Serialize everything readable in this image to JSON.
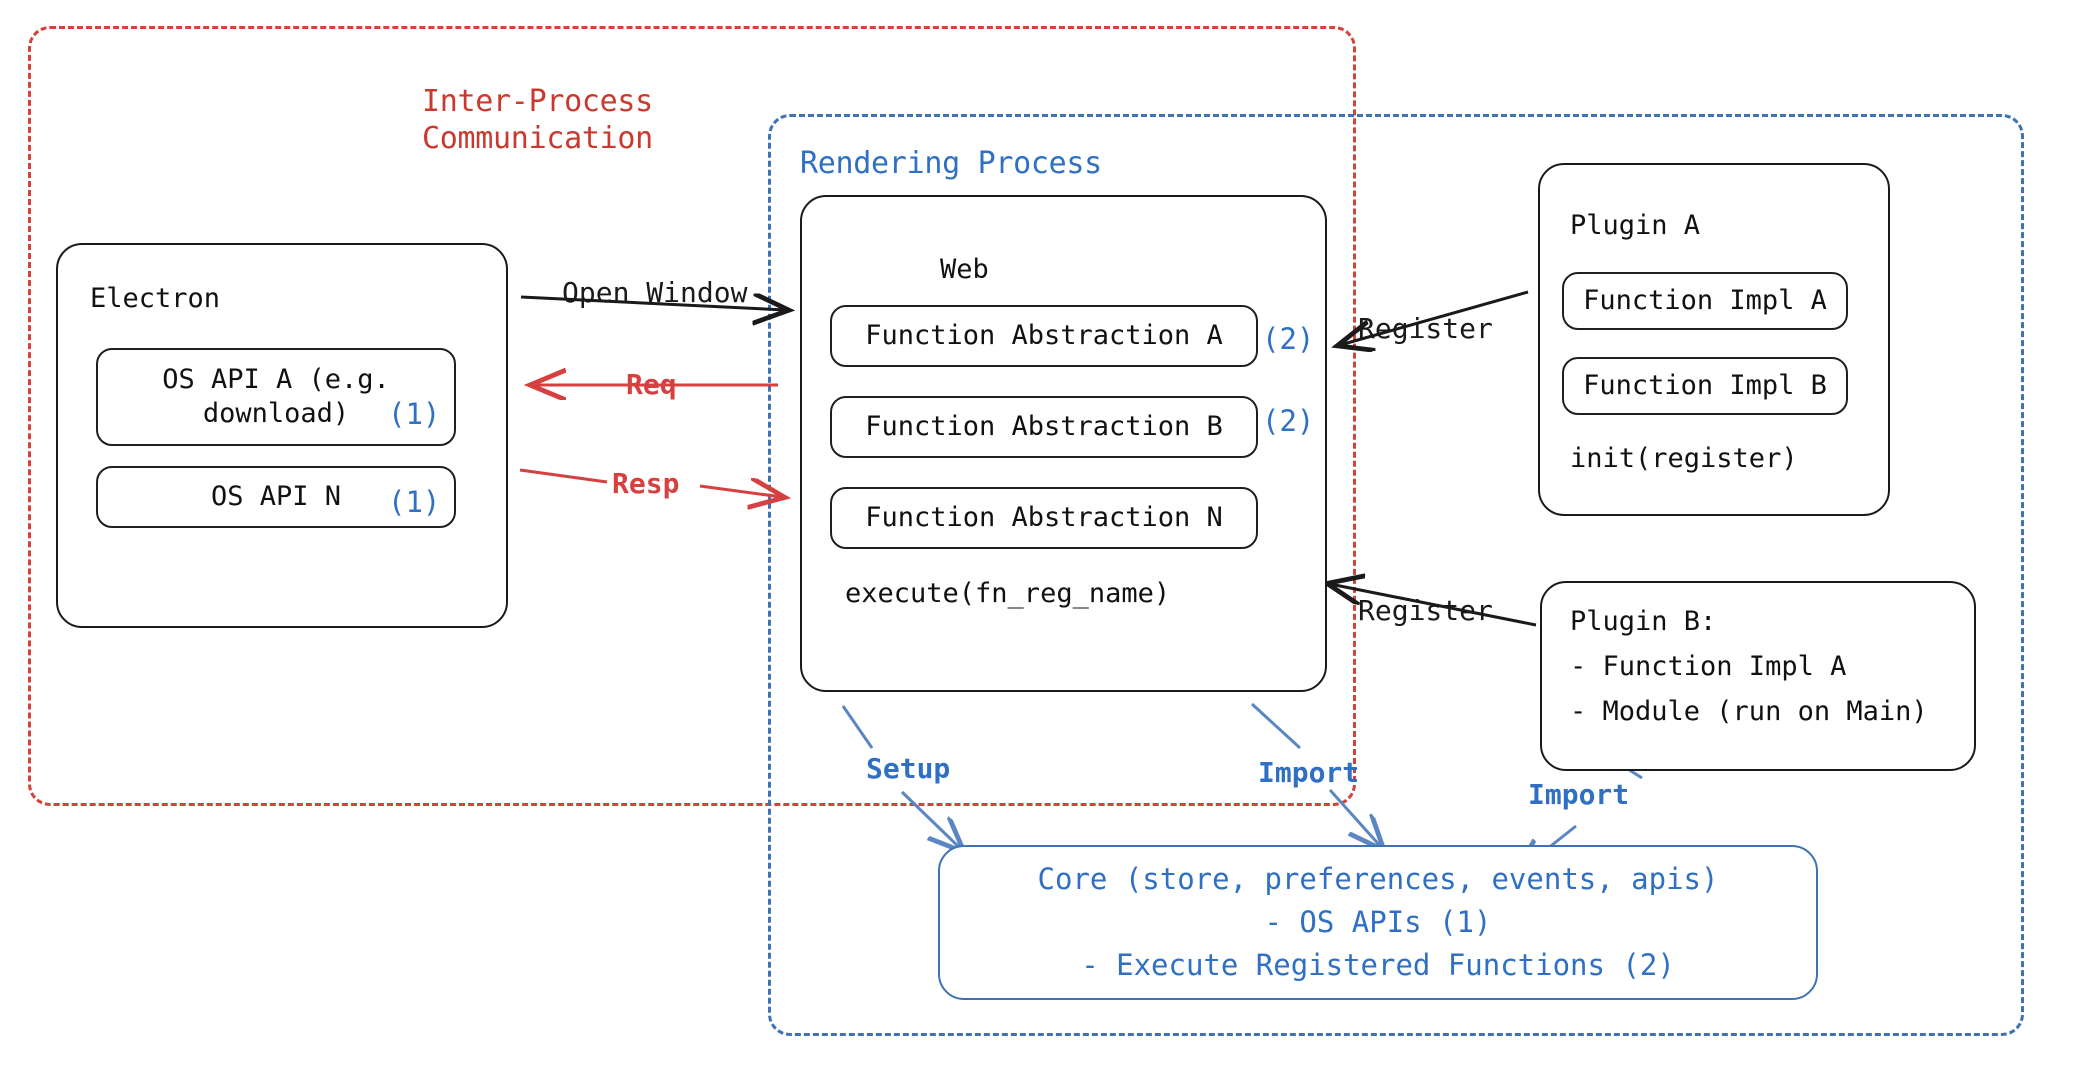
{
  "diagram": {
    "title": "Electron plugin architecture overview",
    "colors": {
      "ipc_red": "#d0443a",
      "render_blue": "#3f72b5",
      "arrow_red": "#d64040",
      "text_black": "#111111",
      "accent_blue": "#2f6fc4"
    }
  },
  "zones": [
    {
      "id": "ipc",
      "label": "Inter-Process\nCommunication",
      "border_style": "dashed",
      "color": "#d0443a"
    },
    {
      "id": "render",
      "label": "Rendering Process",
      "border_style": "dashed",
      "color": "#3f72b5"
    }
  ],
  "electron": {
    "title": "Electron",
    "items": [
      {
        "label": "OS API A (e.g.\ndownload)",
        "badge": "(1)"
      },
      {
        "label": "OS API N",
        "badge": "(1)"
      }
    ]
  },
  "web": {
    "title": "Web",
    "items": [
      {
        "label": "Function Abstraction A",
        "badge": "(2)"
      },
      {
        "label": "Function Abstraction B",
        "badge": "(2)"
      },
      {
        "label": "Function Abstraction N",
        "badge": ""
      }
    ],
    "footer": "execute(fn_reg_name)"
  },
  "plugin_a": {
    "title": "Plugin A",
    "items": [
      {
        "label": "Function Impl A"
      },
      {
        "label": "Function Impl B"
      }
    ],
    "footer": "init(register)"
  },
  "plugin_b": {
    "lines": [
      "Plugin B:",
      "- Function Impl A",
      "- Module (run on Main)"
    ]
  },
  "core": {
    "lines": [
      "Core (store, preferences, events, apis)",
      "- OS APIs (1)",
      "- Execute Registered Functions (2)"
    ]
  },
  "edges": [
    {
      "id": "open-window",
      "label": "Open Window",
      "color": "#1a1a1a",
      "from": "electron",
      "to": "web"
    },
    {
      "id": "req",
      "label": "Req",
      "color": "#d64040",
      "from": "web",
      "to": "electron"
    },
    {
      "id": "resp",
      "label": "Resp",
      "color": "#d64040",
      "from": "electron",
      "to": "web"
    },
    {
      "id": "register-a",
      "label": "Register",
      "color": "#1a1a1a",
      "from": "plugin_a",
      "to": "web"
    },
    {
      "id": "register-b",
      "label": "Register",
      "color": "#1a1a1a",
      "from": "plugin_b",
      "to": "web"
    },
    {
      "id": "setup",
      "label": "Setup",
      "color": "#2f6fc4",
      "from": "web",
      "to": "core"
    },
    {
      "id": "import-web",
      "label": "Import",
      "color": "#2f6fc4",
      "from": "web",
      "to": "core"
    },
    {
      "id": "import-plugin-b",
      "label": "Import",
      "color": "#2f6fc4",
      "from": "plugin_b",
      "to": "core"
    }
  ]
}
